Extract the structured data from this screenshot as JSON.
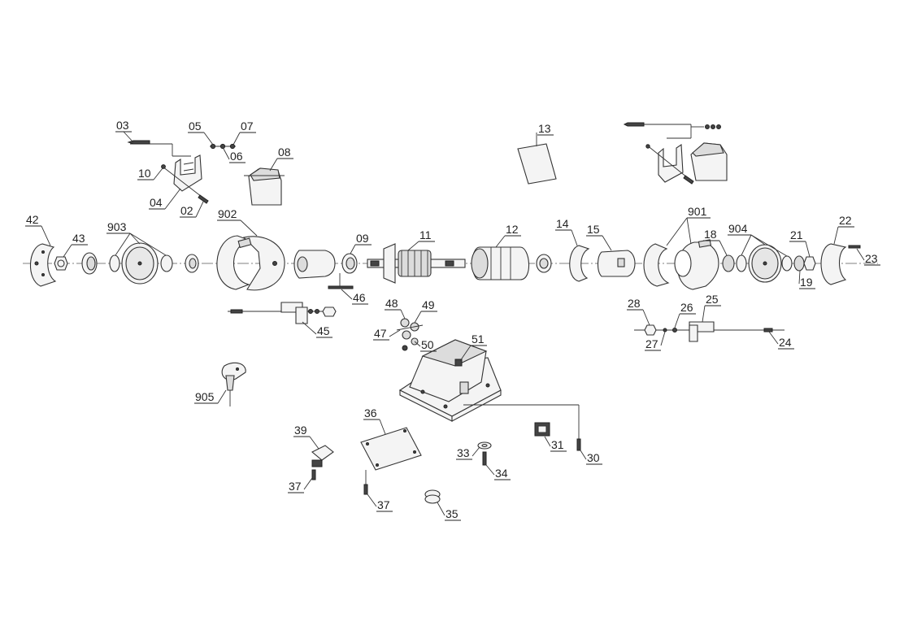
{
  "labels": {
    "p03": "03",
    "p05": "05",
    "p07": "07",
    "p06": "06",
    "p08": "08",
    "p10": "10",
    "p04": "04",
    "p02": "02",
    "p13": "13",
    "p42": "42",
    "p43": "43",
    "p903": "903",
    "p902": "902",
    "p09": "09",
    "p11": "11",
    "p12": "12",
    "p14": "14",
    "p15": "15",
    "p901": "901",
    "p904": "904",
    "p18": "18",
    "p21": "21",
    "p22": "22",
    "p23": "23",
    "p19": "19",
    "p46": "46",
    "p45": "45",
    "p48": "48",
    "p49": "49",
    "p47": "47",
    "p50": "50",
    "p51": "51",
    "p28": "28",
    "p26": "26",
    "p25": "25",
    "p27": "27",
    "p24": "24",
    "p905": "905",
    "p36": "36",
    "p39": "39",
    "p33": "33",
    "p31": "31",
    "p30": "30",
    "p34": "34",
    "p37a": "37",
    "p37b": "37",
    "p35": "35"
  }
}
